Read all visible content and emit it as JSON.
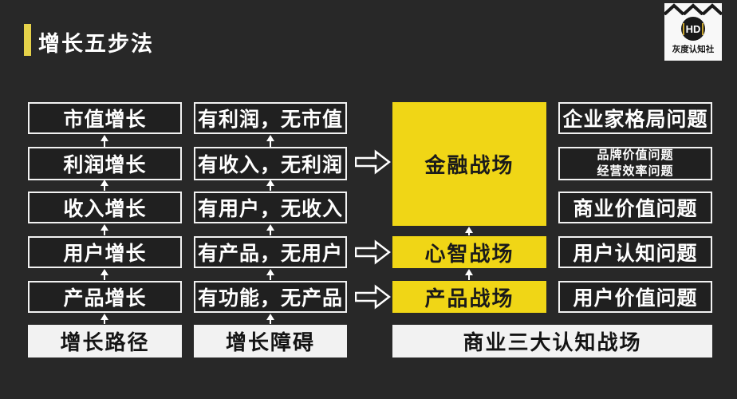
{
  "slide": {
    "title": "增长五步法"
  },
  "logo": {
    "monogram": "HD",
    "name": "灰度认知社"
  },
  "growth_path": {
    "items": [
      "市值增长",
      "利润增长",
      "收入增长",
      "用户增长",
      "产品增长"
    ],
    "label": "增长路径"
  },
  "growth_obstacles": {
    "items": [
      "有利润，无市值",
      "有收入，无利润",
      "有用户，无收入",
      "有产品，无用户",
      "有功能，无产品"
    ],
    "label": "增长障碍"
  },
  "battlefields": {
    "items": [
      "金融战场",
      "心智战场",
      "产品战场"
    ],
    "label": "商业三大认知战场"
  },
  "problems": {
    "items": [
      {
        "text": "企业家格局问题"
      },
      {
        "line1": "品牌价值问题",
        "line2": "经营效率问题"
      },
      {
        "text": "商业价值问题"
      },
      {
        "text": "用户认知问题"
      },
      {
        "text": "用户价值问题"
      }
    ]
  },
  "colors": {
    "background": "#282828",
    "accent_yellow": "#f0d616",
    "box_border": "#f2f2f2",
    "label_background": "#f2f2f2",
    "text_light": "#ffffff",
    "text_dark": "#141414"
  }
}
